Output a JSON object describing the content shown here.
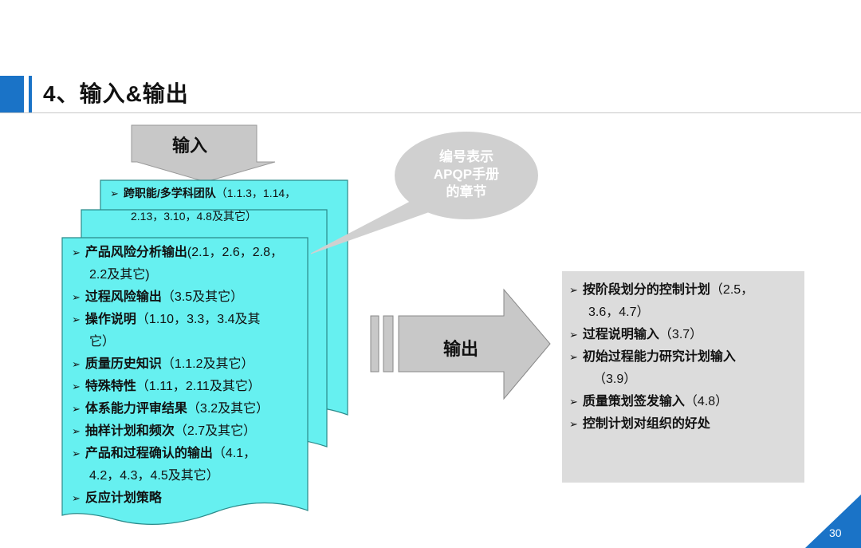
{
  "slide": {
    "title": "4、输入&输出",
    "page_number": "30"
  },
  "input_arrow": {
    "label": "输入"
  },
  "output_arrow": {
    "label": "输出"
  },
  "bubble": {
    "lines": [
      "编号表示",
      "APQP手册",
      "的章节"
    ]
  },
  "top_doc": {
    "item_bold": "跨职能/多学科团队",
    "item_rest": "（1.1.3，1.14，",
    "item_cont": "2.13，3.10，4.8及其它）"
  },
  "front_doc": {
    "items": [
      {
        "bold": "产品风险分析输出",
        "rest": "(2.1，2.6，2.8，",
        "cont": "2.2及其它)"
      },
      {
        "bold": "过程风险输出",
        "rest": "（3.5及其它）",
        "cont": ""
      },
      {
        "bold": "操作说明",
        "rest": "（1.10，3.3，3.4及其",
        "cont": "它）"
      },
      {
        "bold": "质量历史知识",
        "rest": "（1.1.2及其它）",
        "cont": ""
      },
      {
        "bold": "特殊特性",
        "rest": "（1.11，2.11及其它）",
        "cont": ""
      },
      {
        "bold": "体系能力评审结果",
        "rest": "（3.2及其它）",
        "cont": ""
      },
      {
        "bold": "抽样计划和频次",
        "rest": "（2.7及其它）",
        "cont": ""
      },
      {
        "bold": "产品和过程确认的输出",
        "rest": "（4.1，",
        "cont": "4.2，4.3，4.5及其它）"
      },
      {
        "bold": "反应计划策略",
        "rest": "",
        "cont": ""
      }
    ]
  },
  "output_box": {
    "items": [
      {
        "bold": "按阶段划分的控制计划",
        "rest": "（2.5，",
        "cont": "3.6，4.7）"
      },
      {
        "bold": "过程说明输入",
        "rest": "（3.7）",
        "cont": ""
      },
      {
        "bold": "初始过程能力研究计划输入",
        "rest": "",
        "cont": "（3.9）"
      },
      {
        "bold": "质量策划签发输入",
        "rest": "（4.8）",
        "cont": ""
      },
      {
        "bold": "控制计划对组织的好处",
        "rest": "",
        "cont": ""
      }
    ]
  },
  "colors": {
    "accent": "#1a73c7",
    "doc_fill": "#66f0f0",
    "arrow_fill": "#c8c8c8",
    "bubble_fill": "#d0d0d0",
    "box_fill": "#dcdcdc"
  },
  "icons": {
    "bullet": "arrow-bullet-icon"
  }
}
